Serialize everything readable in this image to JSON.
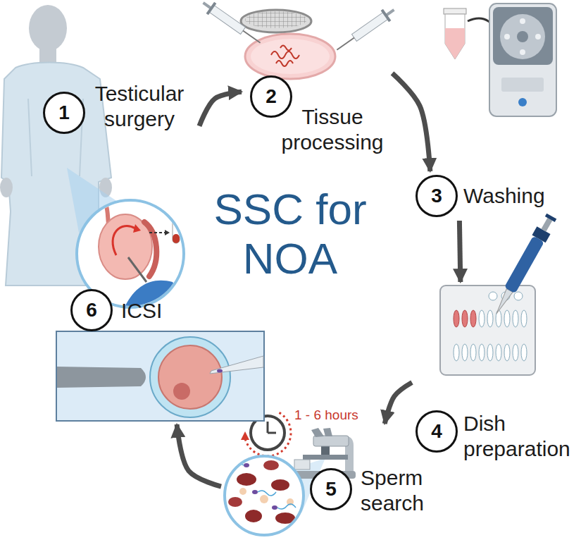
{
  "diagram": {
    "title": "SSC for NOA",
    "nodes": [
      {
        "text": [
          "1",
          "Testicular surgery"
        ]
      },
      {
        "text": [
          "2",
          "Tissue processing"
        ]
      },
      {
        "text": [
          "3",
          "Washing"
        ]
      },
      {
        "text": [
          "4",
          "Dish preparation"
        ]
      },
      {
        "text": [
          "5",
          "Sperm search"
        ]
      },
      {
        "text": [
          "6",
          "ICSI"
        ]
      }
    ],
    "edges": [
      {
        "from": 0,
        "to": 1,
        "arrow": "to"
      },
      {
        "from": 1,
        "to": 2,
        "arrow": "to"
      },
      {
        "from": 2,
        "to": 3,
        "arrow": "to"
      },
      {
        "from": 3,
        "to": 4,
        "arrow": "to"
      },
      {
        "from": 4,
        "to": 5,
        "arrow": "to"
      }
    ],
    "labels": [
      "1 - 6 hours"
    ]
  }
}
